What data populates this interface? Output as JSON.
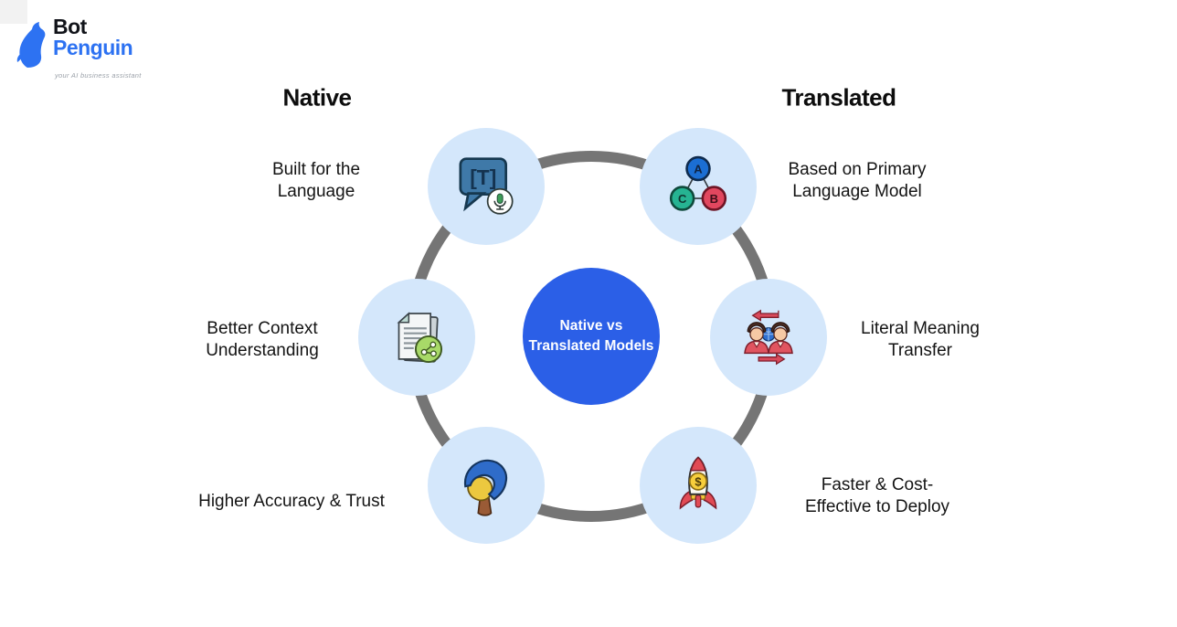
{
  "logo": {
    "word1": "Bot",
    "word2": "Penguin",
    "tagline": "your AI business assistant",
    "icon": "penguin-icon",
    "brand_blue": "#2d72f2"
  },
  "headers": {
    "native": "Native",
    "translated": "Translated"
  },
  "center": {
    "line1": "Native vs",
    "line2": "Translated Models",
    "fill_color": "#2b5fe7",
    "text_color": "#ffffff"
  },
  "palette": {
    "node_light_blue": "#d4e7fb",
    "ring_gray": "#757575",
    "label_text": "#141414"
  },
  "items": {
    "native": [
      {
        "icon": "chat-text-voice-icon",
        "lines": [
          "Built for the",
          "Language"
        ]
      },
      {
        "icon": "document-share-icon",
        "lines": [
          "Better Context",
          "Understanding"
        ]
      },
      {
        "icon": "helmet-head-icon",
        "lines": [
          "Higher Accuracy & Trust"
        ]
      }
    ],
    "translated": [
      {
        "icon": "language-abc-network-icon",
        "lines": [
          "Based on Primary",
          "Language Model"
        ]
      },
      {
        "icon": "people-translation-icon",
        "lines": [
          "Literal Meaning",
          "Transfer"
        ]
      },
      {
        "icon": "money-rocket-icon",
        "lines": [
          "Faster & Cost-",
          "Effective to Deploy"
        ]
      }
    ]
  }
}
